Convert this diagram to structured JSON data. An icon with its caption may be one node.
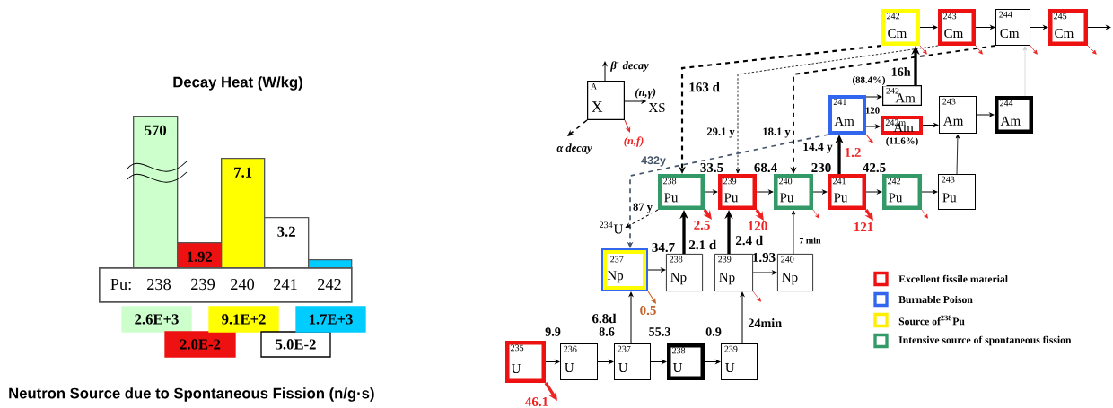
{
  "diagram": {
    "nodes": [
      {
        "text": [
          "570"
        ]
      },
      {
        "text": [
          "1.92"
        ]
      },
      {
        "text": [
          "7.1"
        ]
      },
      {
        "text": [
          "3.2"
        ]
      },
      {
        "text": [],
        "shape": "bar"
      },
      {
        "text": [
          "Pu:",
          "238",
          "239",
          "240",
          "241",
          "242"
        ]
      },
      {
        "text": [
          "2.6E+3"
        ]
      },
      {
        "text": [
          "2.0E-2"
        ]
      },
      {
        "text": [
          "9.1E+2"
        ]
      },
      {
        "text": [
          "5.0E-2"
        ]
      },
      {
        "text": [
          "1.7E+3"
        ]
      },
      {
        "text": [
          "A",
          "X"
        ]
      },
      {
        "text": [
          "242",
          "Cm"
        ]
      },
      {
        "text": [
          "243",
          "Cm"
        ]
      },
      {
        "text": [
          "244",
          "Cm"
        ]
      },
      {
        "text": [
          "245",
          "Cm"
        ]
      },
      {
        "text": [
          "242",
          "Am"
        ]
      },
      {
        "text": [
          "241",
          "Am"
        ]
      },
      {
        "text": [
          "242m",
          "Am"
        ]
      },
      {
        "text": [
          "243",
          "Am"
        ]
      },
      {
        "text": [
          "244",
          "Am"
        ]
      },
      {
        "text": [
          "$^{234}$U"
        ]
      },
      {
        "text": [
          "238",
          "Pu"
        ]
      },
      {
        "text": [
          "239",
          "Pu"
        ]
      },
      {
        "text": [
          "240",
          "Pu"
        ]
      },
      {
        "text": [
          "241",
          "Pu"
        ]
      },
      {
        "text": [
          "242",
          "Pu"
        ]
      },
      {
        "text": [
          "243",
          "Pu"
        ]
      },
      {
        "text": [
          "237",
          "Np"
        ]
      },
      {
        "text": [
          "238",
          "Np"
        ]
      },
      {
        "text": [
          "239",
          "Np"
        ]
      },
      {
        "text": [
          "240",
          "Np"
        ]
      },
      {
        "text": [
          "235",
          "U"
        ]
      },
      {
        "text": [
          "236",
          "U"
        ]
      },
      {
        "text": [
          "237",
          "U"
        ]
      },
      {
        "text": [
          "238",
          "U"
        ]
      },
      {
        "text": [
          "239",
          "U"
        ]
      },
      {
        "text": [
          "XS"
        ]
      }
    ],
    "edges": [
      {
        "from": 11,
        "to": null,
        "arrow": "to",
        "label": "β$^{-}$ decay"
      },
      {
        "from": 11,
        "to": 37,
        "arrow": "to",
        "label": "(n,γ)"
      },
      {
        "from": 11,
        "to": null,
        "arrow": "to",
        "label": "(n,f)",
        "color": "#ee2222"
      },
      {
        "from": 11,
        "to": null,
        "arrow": "to",
        "label": "α decay",
        "style": "dashed"
      },
      {
        "from": 12,
        "to": 13,
        "arrow": "to"
      },
      {
        "from": 13,
        "to": 14,
        "arrow": "to"
      },
      {
        "from": 14,
        "to": 15,
        "arrow": "to"
      },
      {
        "from": 15,
        "to": null,
        "arrow": "to"
      },
      {
        "from": 17,
        "to": 16,
        "arrow": "to",
        "label": "(88.4%)"
      },
      {
        "from": 17,
        "to": 18,
        "arrow": "to",
        "label": "(11.6%)"
      },
      {
        "from": 18,
        "to": 19,
        "arrow": "to"
      },
      {
        "from": 19,
        "to": 20,
        "arrow": "to"
      },
      {
        "from": 16,
        "to": 12,
        "arrow": "to",
        "label": "16h",
        "style": "thick"
      },
      {
        "from": 12,
        "to": 22,
        "arrow": "to",
        "label": "163 d",
        "style": "dashed"
      },
      {
        "from": 13,
        "to": 23,
        "arrow": "to",
        "label": "29.1 y",
        "style": "dashed"
      },
      {
        "from": 14,
        "to": 24,
        "arrow": "to",
        "label": "18.1 y",
        "style": "dashed"
      },
      {
        "from": 17,
        "to": 28,
        "arrow": "to",
        "label": "432y",
        "style": "dashed",
        "color": "#44546a"
      },
      {
        "from": 25,
        "to": 17,
        "arrow": "to",
        "label": "14.4 y",
        "style": "thick"
      },
      {
        "from": 27,
        "to": 19,
        "arrow": "to"
      },
      {
        "from": 20,
        "to": 14,
        "arrow": "to",
        "color": "#c8c8c8"
      },
      {
        "from": 22,
        "to": 23,
        "arrow": "to"
      },
      {
        "from": 23,
        "to": 24,
        "arrow": "to"
      },
      {
        "from": 24,
        "to": 25,
        "arrow": "to"
      },
      {
        "from": 25,
        "to": 26,
        "arrow": "to"
      },
      {
        "from": 26,
        "to": 27,
        "arrow": "to"
      },
      {
        "from": 22,
        "to": 21,
        "arrow": "to",
        "label": "87 y",
        "style": "dashed"
      },
      {
        "from": 31,
        "to": 24,
        "arrow": "to",
        "label": "7 min"
      },
      {
        "from": 29,
        "to": 22,
        "arrow": "to",
        "label": "2.1 d",
        "style": "thick"
      },
      {
        "from": 30,
        "to": 23,
        "arrow": "to",
        "label": "2.4 d",
        "style": "thick"
      },
      {
        "from": 28,
        "to": 29,
        "arrow": "to"
      },
      {
        "from": 30,
        "to": 31,
        "arrow": "to"
      },
      {
        "from": 34,
        "to": 28,
        "arrow": "to",
        "label": "6.8d"
      },
      {
        "from": 36,
        "to": 30,
        "arrow": "to",
        "label": "24min"
      },
      {
        "from": 32,
        "to": 33,
        "arrow": "to"
      },
      {
        "from": 33,
        "to": 34,
        "arrow": "to"
      },
      {
        "from": 34,
        "to": 35,
        "arrow": "to"
      },
      {
        "from": 35,
        "to": 36,
        "arrow": "to"
      },
      {
        "from": 32,
        "to": null,
        "arrow": "to",
        "label": "46.1",
        "style": "thick",
        "color": "#ee2222"
      },
      {
        "from": 28,
        "to": null,
        "arrow": "to",
        "label": "0.5",
        "color": "#c0602a"
      },
      {
        "from": 22,
        "to": null,
        "arrow": "to",
        "label": "2.5",
        "style": "thick",
        "color": "#ee2222"
      },
      {
        "from": 23,
        "to": null,
        "arrow": "to",
        "label": "120",
        "style": "thick",
        "color": "#ee2222"
      },
      {
        "from": 24,
        "to": null,
        "arrow": "to",
        "color": "#ee2222"
      },
      {
        "from": 25,
        "to": null,
        "arrow": "to",
        "label": "121",
        "style": "thick",
        "color": "#ee2222"
      },
      {
        "from": 26,
        "to": null,
        "arrow": "to",
        "color": "#ee2222"
      },
      {
        "from": 30,
        "to": null,
        "arrow": "to",
        "color": "#ee2222"
      },
      {
        "from": 17,
        "to": null,
        "arrow": "to",
        "label": "1.2",
        "color": "#ee2222"
      },
      {
        "from": 12,
        "to": null,
        "arrow": "to",
        "color": "#ee2222"
      },
      {
        "from": 13,
        "to": null,
        "arrow": "to",
        "color": "#ee2222"
      },
      {
        "from": 14,
        "to": null,
        "arrow": "to",
        "color": "#ee2222"
      },
      {
        "from": 15,
        "to": null,
        "arrow": "to",
        "color": "#ee2222"
      }
    ],
    "labels": [
      "Decay Heat (W/kg)",
      "120",
      "33.5",
      "68.4",
      "230",
      "42.5",
      "34.7",
      "1.93",
      "9.9",
      "8.6",
      "55.3",
      "0.9",
      "Neutron Source due to Spontaneous Fission (n/g·s)"
    ],
    "legend": [
      {
        "text": "Excellent fissile material",
        "color": "#ee1111"
      },
      {
        "text": "Burnable Poison",
        "color": "#3366ee"
      },
      {
        "text": "Source of$^{238}$Pu",
        "color": "#ffee00"
      },
      {
        "text": "Intensive source of spontaneous fission",
        "color": "#339966"
      }
    ]
  }
}
